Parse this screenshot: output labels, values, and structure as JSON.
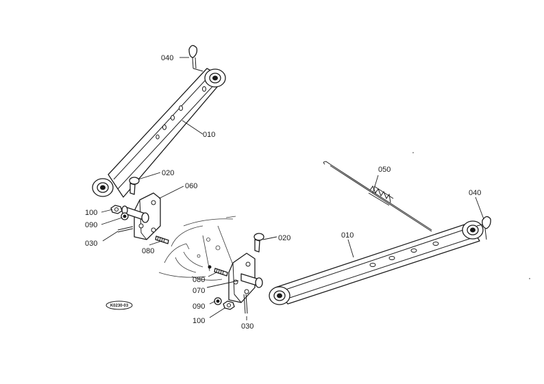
{
  "labels": {
    "l040a": "040",
    "l010a": "010",
    "l020a": "020",
    "l060": "060",
    "l100a": "100",
    "l090a": "090",
    "l030a": "030",
    "l080a": "080",
    "l050": "050",
    "l040b": "040",
    "l010b": "010",
    "l020b": "020",
    "l080b": "080",
    "l070": "070",
    "l090b": "090",
    "l100b": "100",
    "l030b": "030"
  },
  "diagram_code": "K0230-03"
}
